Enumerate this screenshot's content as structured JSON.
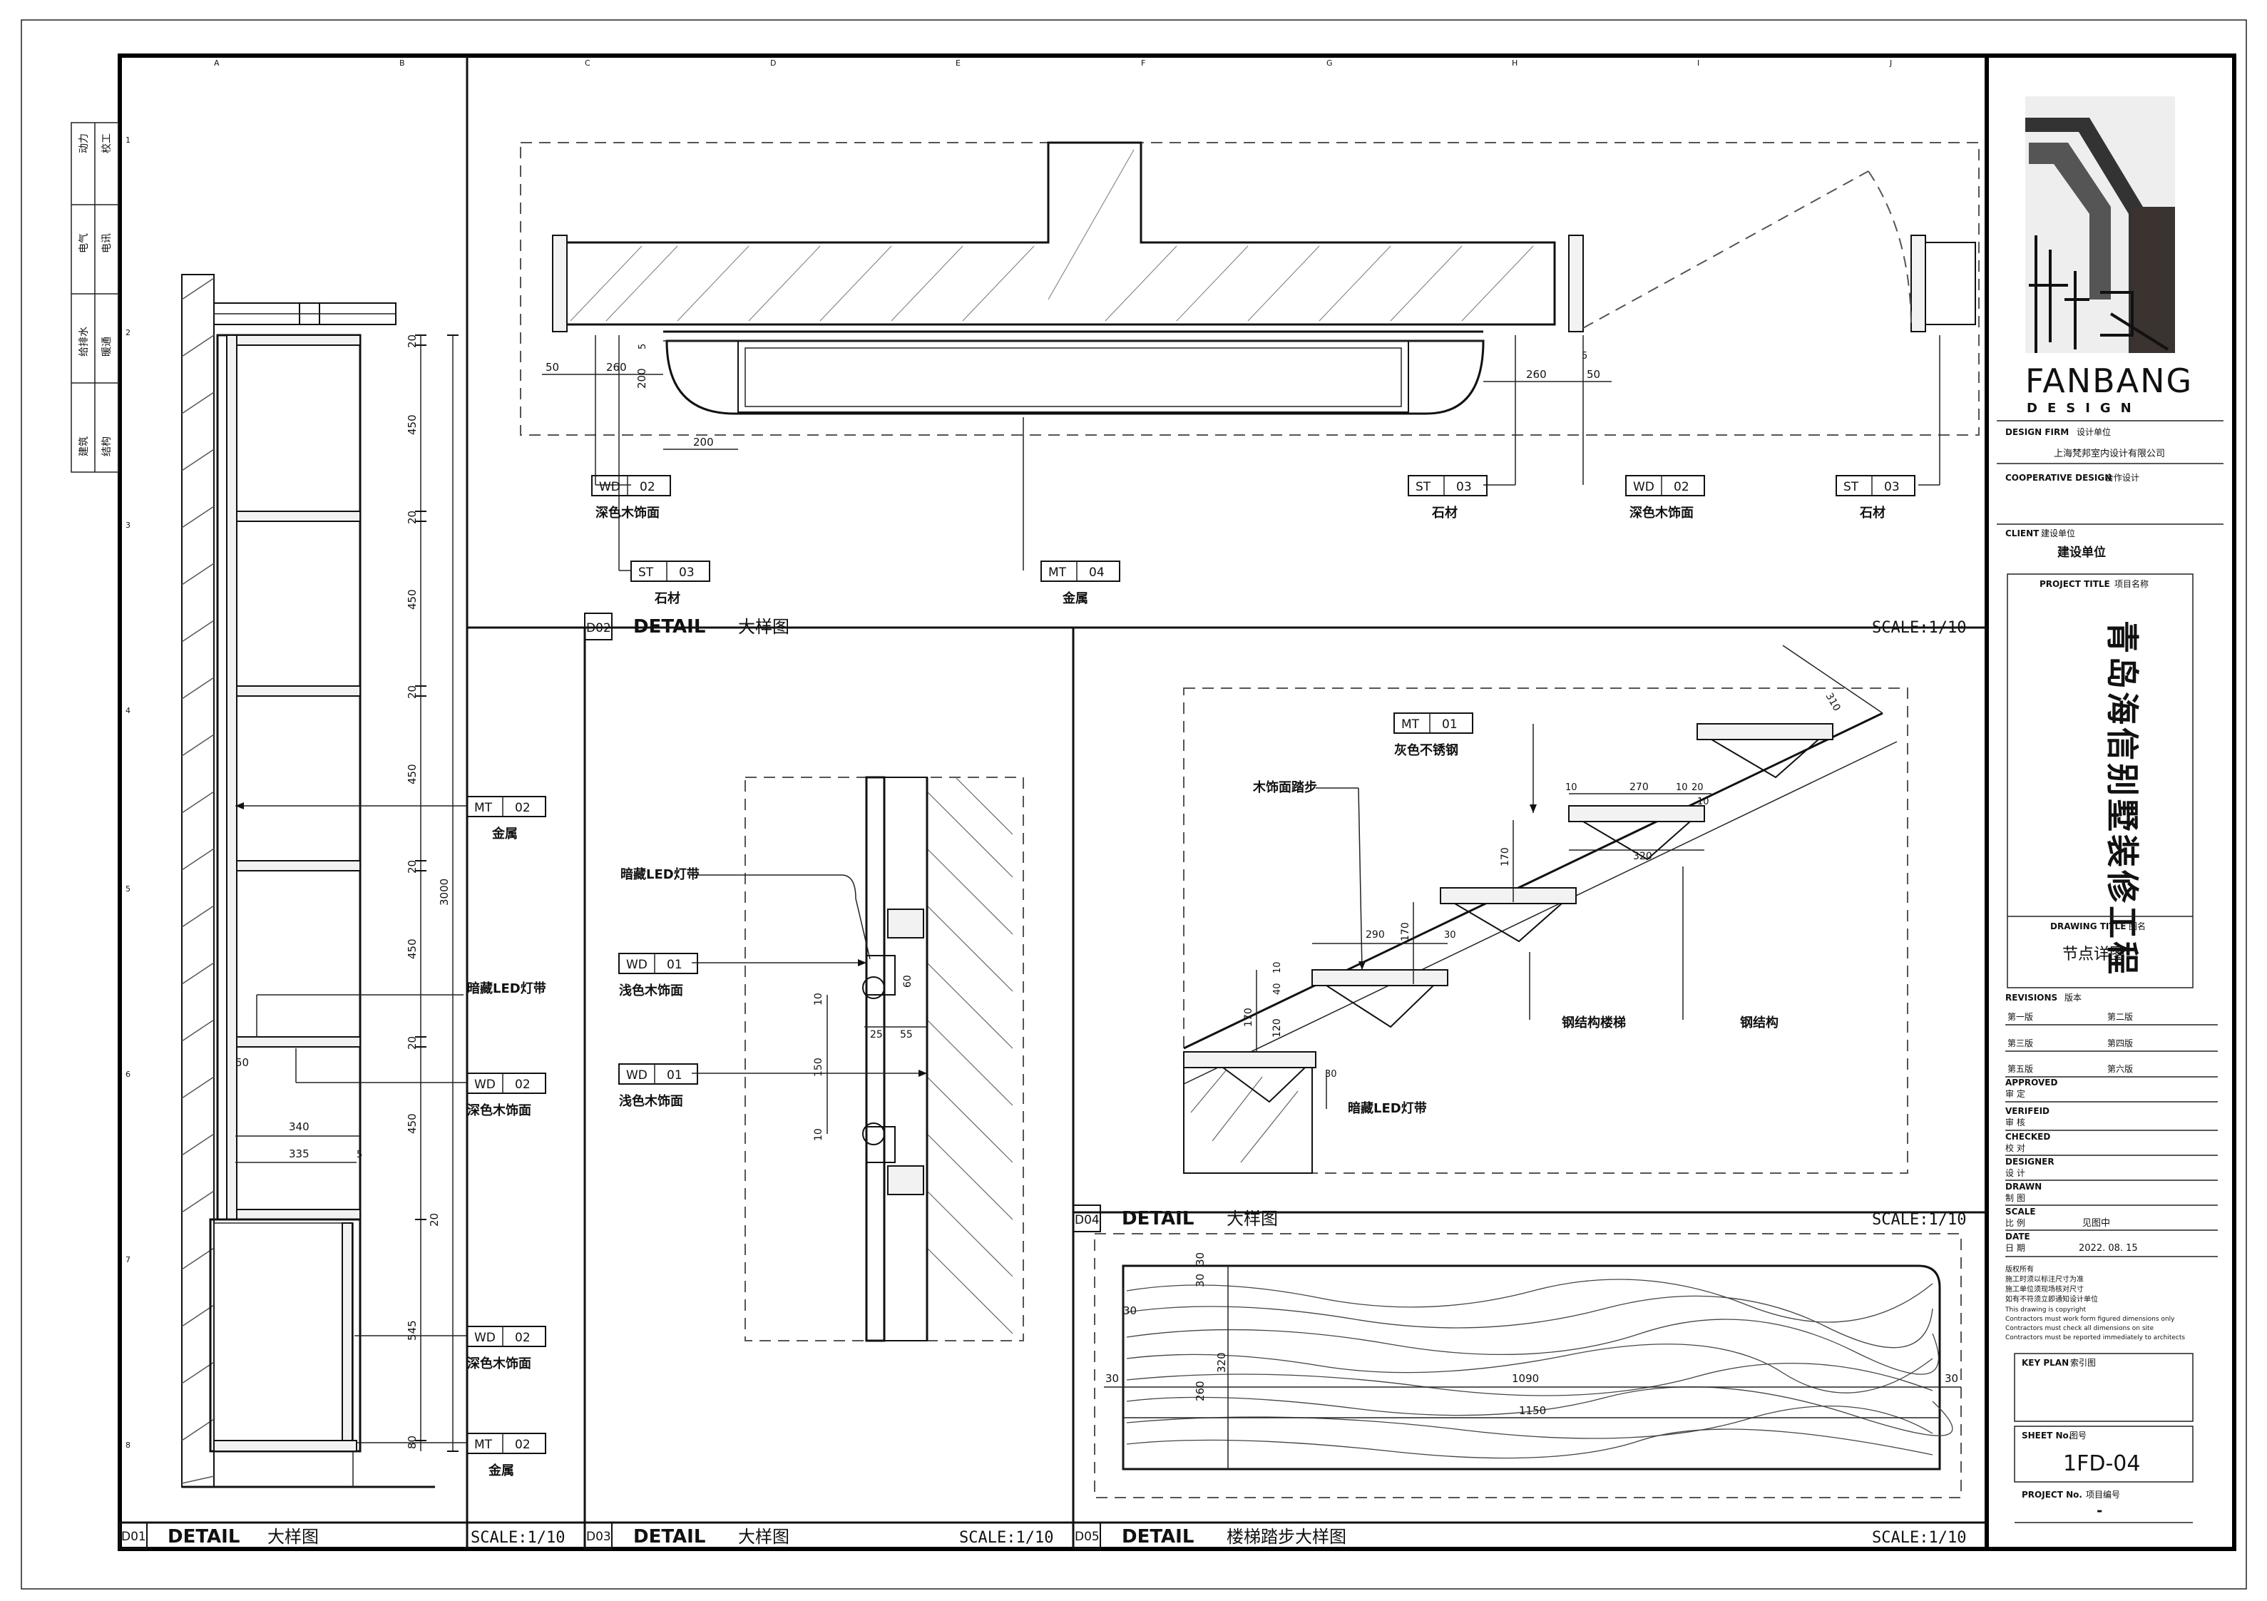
{
  "firm": {
    "logo_text": "FANBANG",
    "logo_sub": "DESIGN",
    "design_firm_label": "DESIGN FIRM",
    "design_firm_cn": "设计单位",
    "design_firm_name": "上海梵邦室内设计有限公司",
    "coop_label": "COOPERATIVE DESIGN",
    "coop_cn": "合作设计"
  },
  "client": {
    "label": "CLIENT",
    "cn": "建设单位",
    "value": "建设单位"
  },
  "project": {
    "label": "PROJECT TITLE",
    "cn": "项目名称",
    "value": "青岛海信别墅装修工程"
  },
  "drawing": {
    "label": "DRAWING TITLE",
    "cn": "图名",
    "value": "节点详图"
  },
  "revisions": {
    "label": "REVISIONS",
    "cn": "版本",
    "items": [
      "第一版",
      "第二版",
      "第三版",
      "第四版",
      "第五版",
      "第六版"
    ]
  },
  "approvals": [
    {
      "en": "APPROVED",
      "cn": "审 定"
    },
    {
      "en": "VERIFEID",
      "cn": "审 核"
    },
    {
      "en": "CHECKED",
      "cn": "校 对"
    },
    {
      "en": "DESIGNER",
      "cn": "设 计"
    },
    {
      "en": "DRAWN",
      "cn": "制 图"
    },
    {
      "en": "SCALE",
      "cn": "比 例",
      "value": "见图中"
    },
    {
      "en": "DATE",
      "cn": "日 期",
      "value": "2022. 08. 15"
    }
  ],
  "notes": [
    "版权所有",
    "施工时须以标注尺寸为准",
    "施工单位须现场核对尺寸",
    "如有不符须立即通知设计单位",
    "This drawing is copyright",
    "Contractors must work form figured dimensions only",
    "Contractors must check all dimensions on site",
    "Contractors must be reported immediately to architects"
  ],
  "key_plan": {
    "label": "KEY PLAN",
    "cn": "索引图"
  },
  "sheet": {
    "label": "SHEET No.",
    "cn": "图号",
    "value": "1FD-04"
  },
  "project_no": {
    "label": "PROJECT No.",
    "cn": "项目编号",
    "value": "-"
  },
  "left_strip": {
    "rows": [
      [
        "动力",
        "校工"
      ],
      [
        "电气",
        "电讯"
      ],
      [
        "给排水",
        "暖通"
      ],
      [
        "建筑",
        "结构"
      ]
    ]
  },
  "grid": {
    "top": [
      "A",
      "B",
      "C",
      "D",
      "E",
      "F",
      "G",
      "H",
      "I",
      "J"
    ],
    "left": [
      "1",
      "2",
      "3",
      "4",
      "5",
      "6",
      "7",
      "8"
    ]
  },
  "details": [
    {
      "id": "D01",
      "title": "DETAIL",
      "cn": "大样图",
      "scale": "SCALE:1/10"
    },
    {
      "id": "D02",
      "title": "DETAIL",
      "cn": "大样图",
      "scale": "SCALE:1/10"
    },
    {
      "id": "D03",
      "title": "DETAIL",
      "cn": "大样图",
      "scale": "SCALE:1/10"
    },
    {
      "id": "D04",
      "title": "DETAIL",
      "cn": "大样图",
      "scale": "SCALE:1/10"
    },
    {
      "id": "D05",
      "title": "DETAIL",
      "cn": "楼梯踏步大样图",
      "scale": "SCALE:1/10"
    }
  ],
  "tags": {
    "mt02": {
      "code": "MT",
      "num": "02",
      "label": "金属"
    },
    "wd02": {
      "code": "WD",
      "num": "02",
      "label": "深色木饰面"
    },
    "st03": {
      "code": "ST",
      "num": "03",
      "label": "石材"
    },
    "mt04": {
      "code": "MT",
      "num": "04",
      "label": "金属"
    },
    "wd01": {
      "code": "WD",
      "num": "01",
      "label": "浅色木饰面"
    },
    "mt01": {
      "code": "MT",
      "num": "01",
      "label": "灰色不锈钢"
    }
  },
  "labels": {
    "led": "暗藏LED灯带",
    "wood_tread": "木饰面踏步",
    "steel_stair": "钢结构楼梯",
    "steel": "钢结构"
  },
  "dims": {
    "d01": [
      "20",
      "450",
      "20",
      "450",
      "20",
      "450",
      "20",
      "450",
      "20",
      "450",
      "3000",
      "50",
      "340",
      "335",
      "5",
      "20",
      "545",
      "80"
    ],
    "d02": [
      "50",
      "5",
      "260",
      "200",
      "5",
      "200",
      "260",
      "50",
      "5"
    ],
    "d03": [
      "60",
      "10",
      "25",
      "55",
      "150",
      "10"
    ],
    "d04": [
      "310",
      "10",
      "270",
      "10",
      "20",
      "10",
      "320",
      "170",
      "290",
      "30",
      "170",
      "40",
      "10",
      "170",
      "120",
      "30"
    ],
    "d05": [
      "30",
      "30",
      "30",
      "320",
      "260",
      "30",
      "1090",
      "1150",
      "30"
    ]
  }
}
